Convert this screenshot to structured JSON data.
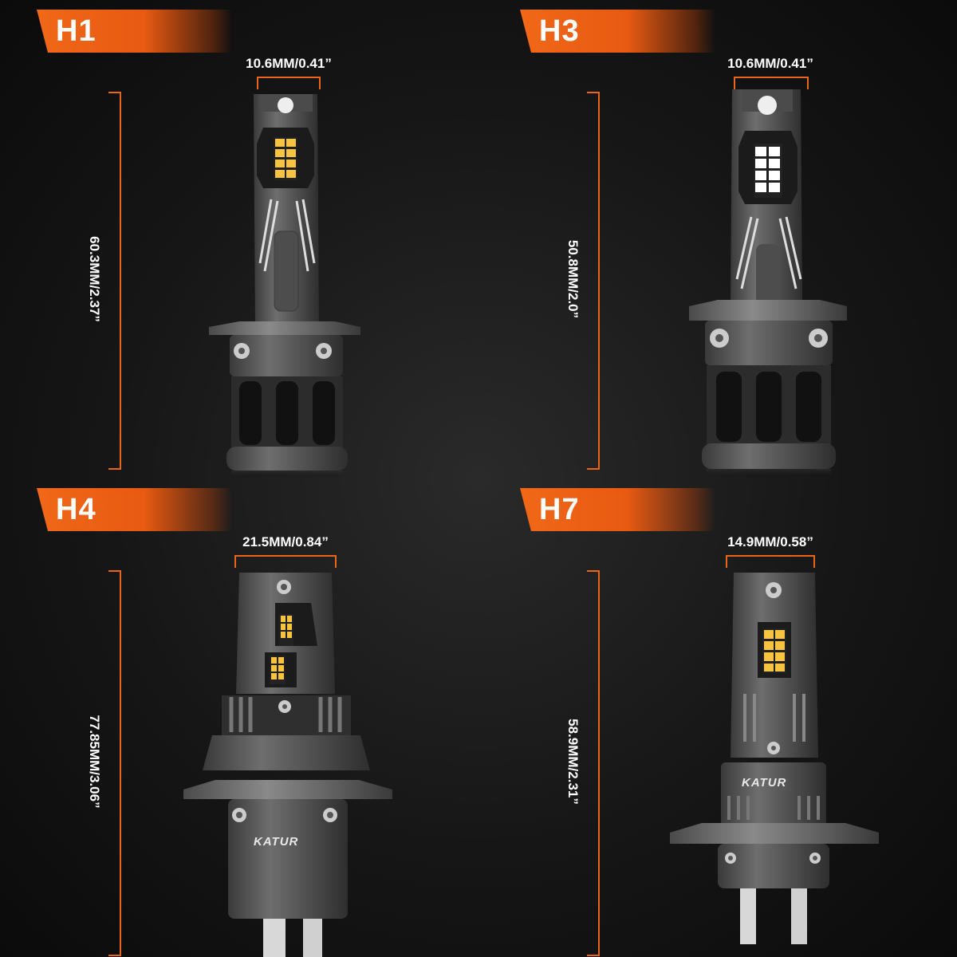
{
  "bulbs": [
    {
      "model": "H1",
      "width": "10.6MM/0.41”",
      "height": "60.3MM/2.37”",
      "led_color": "#f7c441"
    },
    {
      "model": "H3",
      "width": "10.6MM/0.41”",
      "height": "50.8MM/2.0”",
      "led_color": "#ffffff"
    },
    {
      "model": "H4",
      "width": "21.5MM/0.84”",
      "height": "77.85MM/3.06”",
      "led_color": "#f7c441",
      "brand": "KATUR"
    },
    {
      "model": "H7",
      "width": "14.9MM/0.58”",
      "height": "58.9MM/2.31”",
      "led_color": "#f7c441",
      "brand": "KATUR"
    }
  ],
  "colors": {
    "accent": "#e8651a",
    "background": "#161616",
    "metal": "#5c5c5c"
  }
}
